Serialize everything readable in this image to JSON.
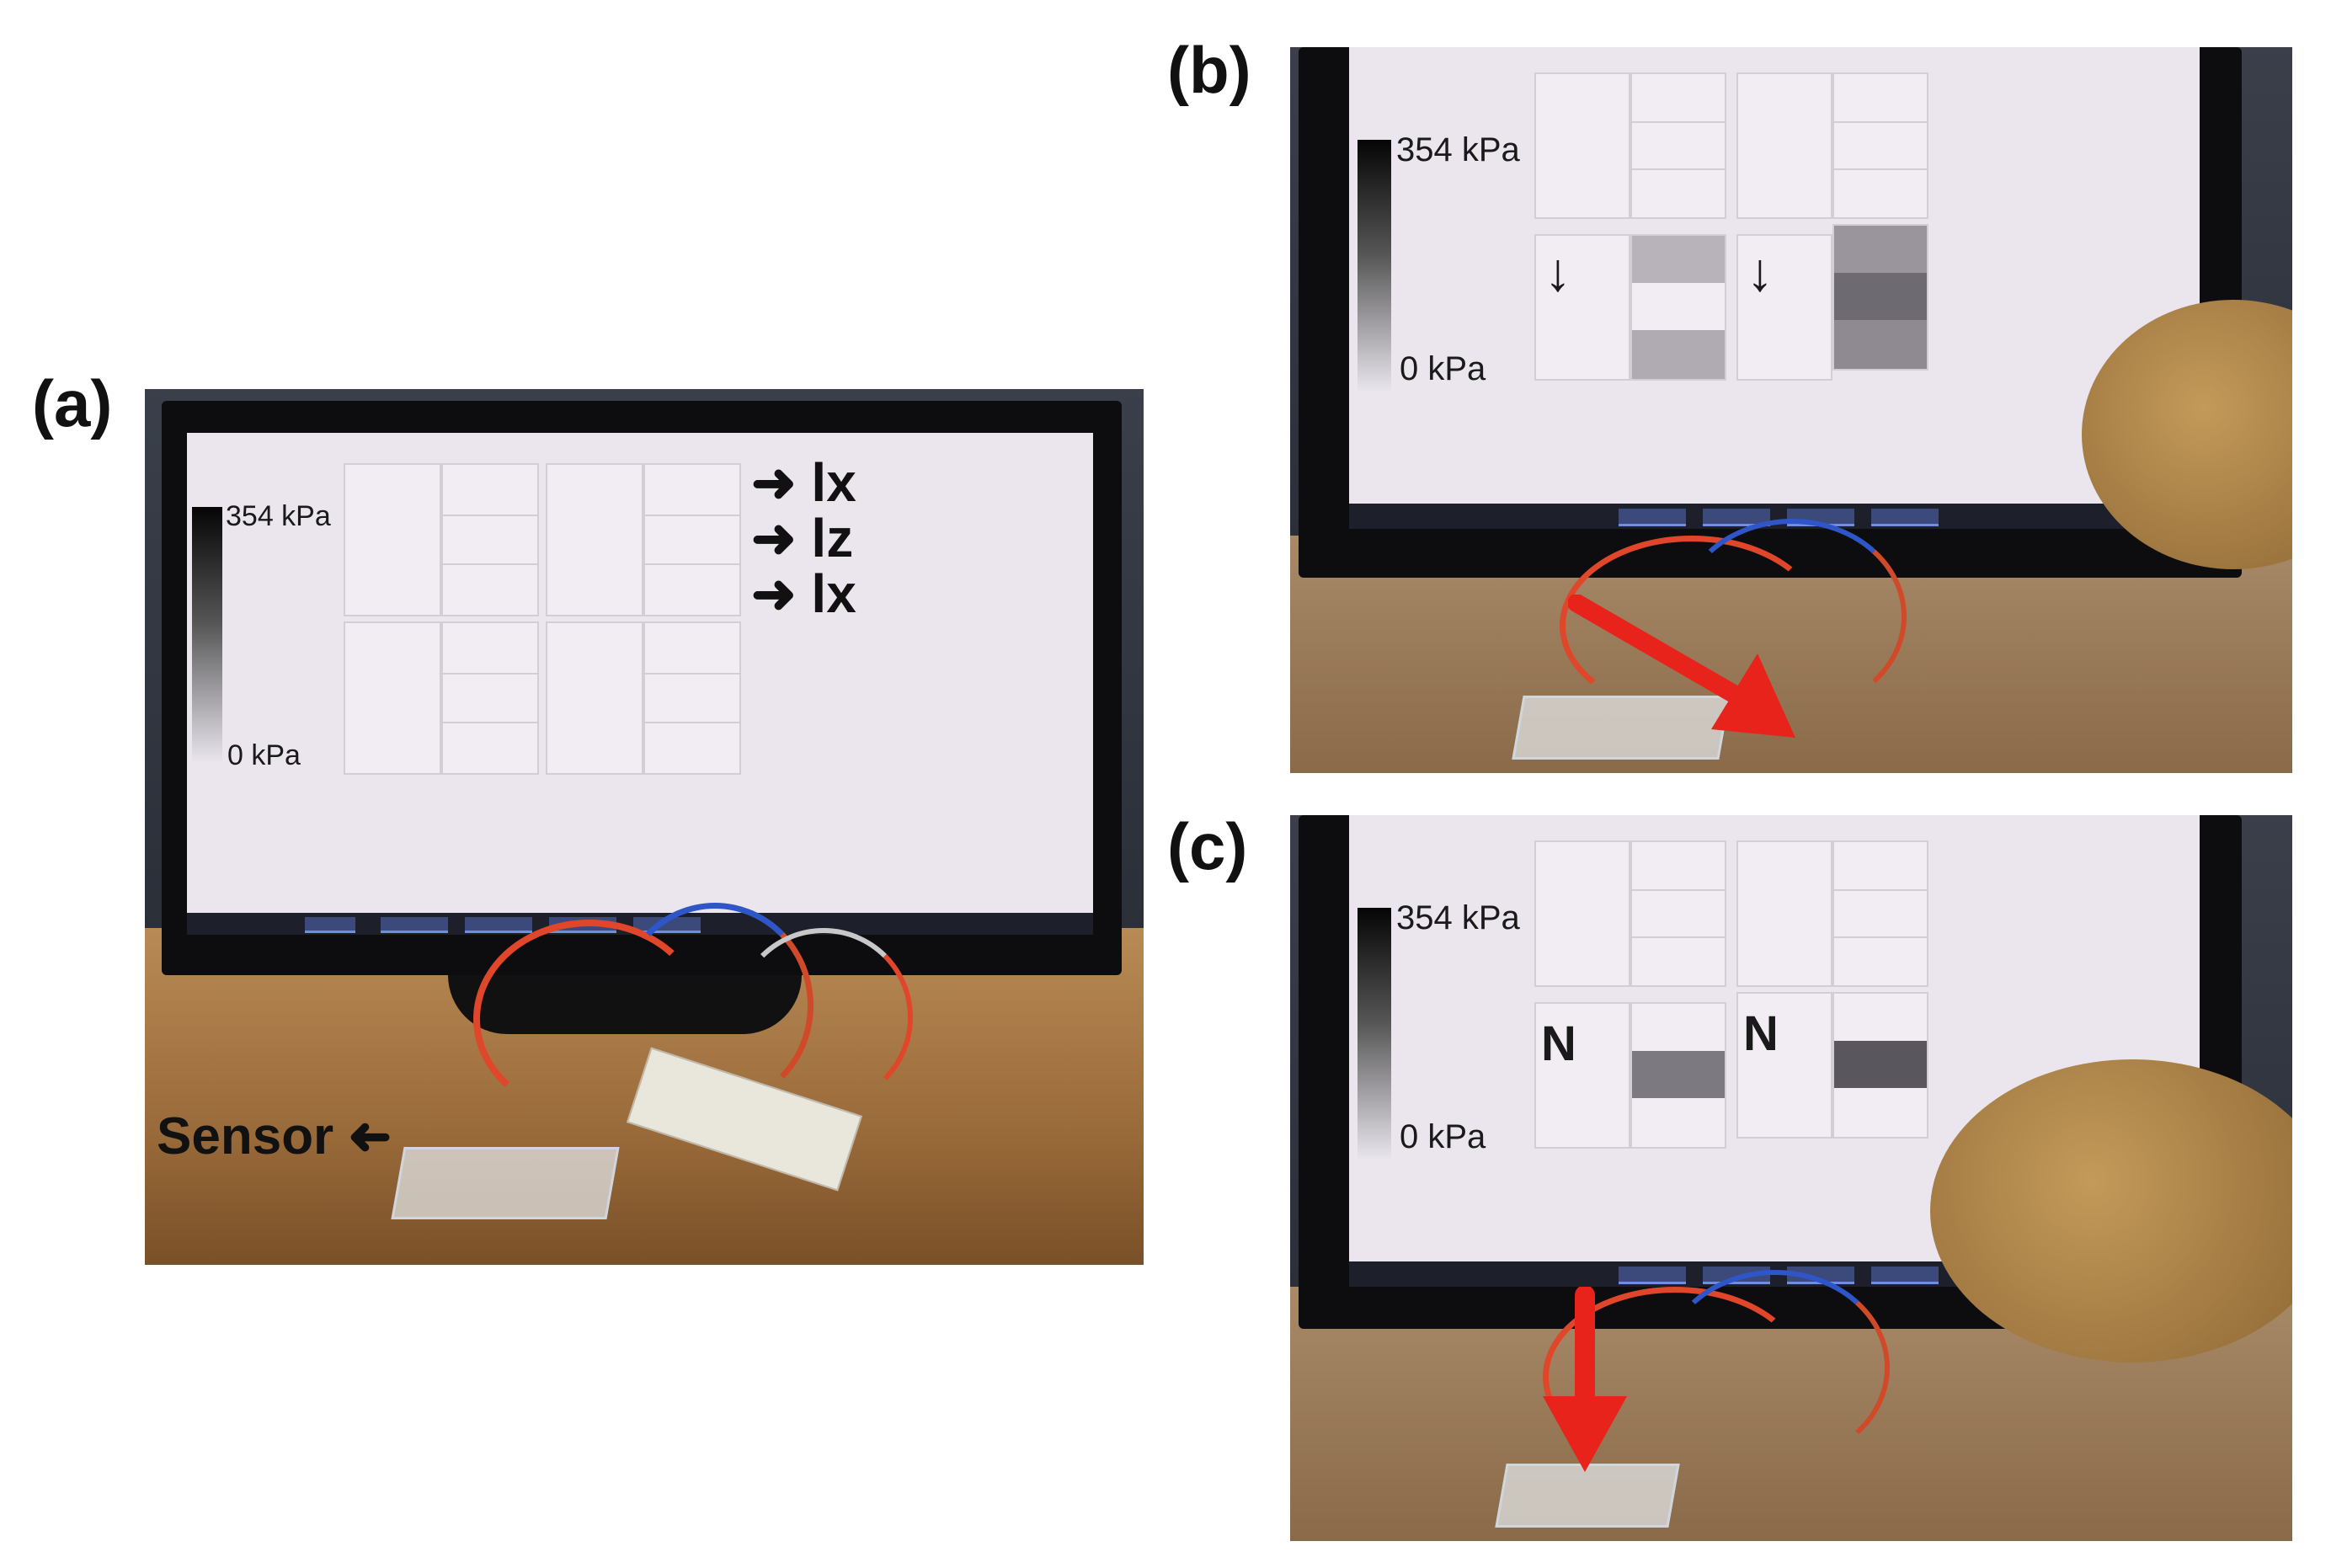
{
  "panels": {
    "a": {
      "label": "(a)",
      "scale_max": "354 kPa",
      "scale_min": "0 kPa",
      "axis_labels": [
        "lx",
        "lz",
        "lx"
      ],
      "sensor_label": "Sensor"
    },
    "b": {
      "label": "(b)",
      "scale_max": "354 kPa",
      "scale_min": "0 kPa",
      "glyph": "↓"
    },
    "c": {
      "label": "(c)",
      "scale_max": "354 kPa",
      "scale_min": "0 kPa",
      "glyph": "N"
    }
  },
  "colors": {
    "screen": "#ebe6ee",
    "arrow_red": "#e8231c",
    "frame": "#0d0d0f"
  }
}
